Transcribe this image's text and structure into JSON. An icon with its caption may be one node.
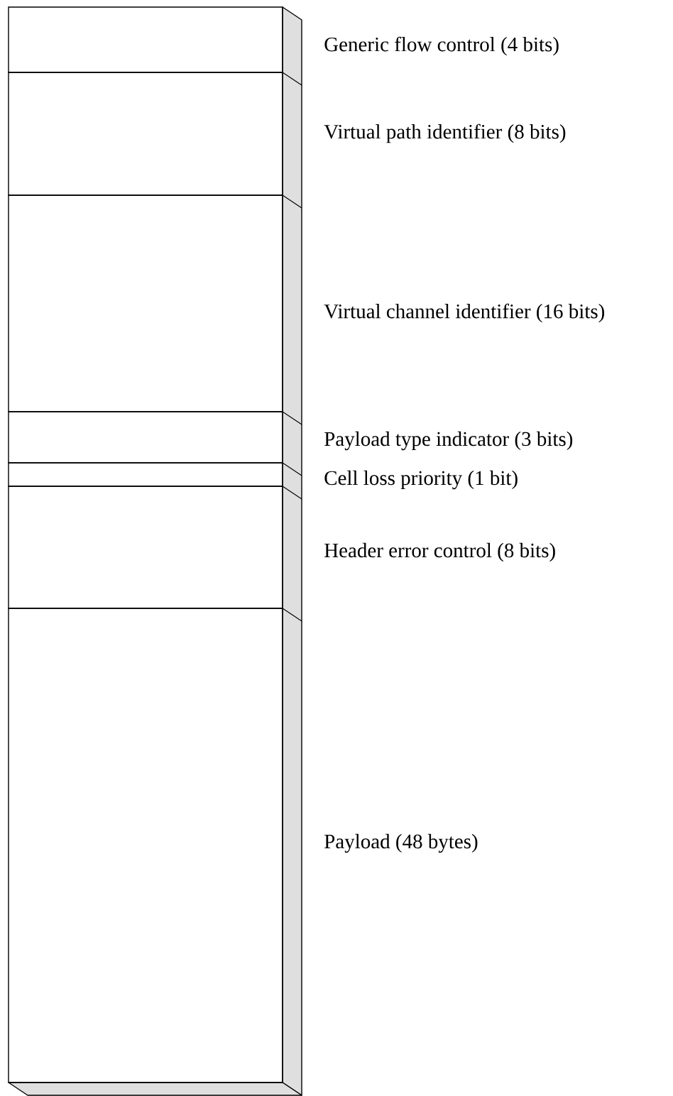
{
  "diagram": {
    "nodes": [
      {
        "text": [],
        "shape": "box",
        "beside": [
          "Generic flow control (4 bits)"
        ]
      },
      {
        "text": [],
        "shape": "box",
        "beside": [
          "Virtual path identifier (8 bits)"
        ]
      },
      {
        "text": [],
        "shape": "box",
        "beside": [
          "Virtual channel identifier (16 bits)"
        ]
      },
      {
        "text": [],
        "shape": "box",
        "beside": [
          "Payload type indicator (3 bits)"
        ]
      },
      {
        "text": [],
        "shape": "box",
        "beside": [
          "Cell loss priority (1 bit)"
        ]
      },
      {
        "text": [],
        "shape": "box",
        "beside": [
          "Header error control (8 bits)"
        ]
      },
      {
        "text": [],
        "shape": "box",
        "beside": [
          "Payload (48 bytes)"
        ]
      }
    ]
  }
}
